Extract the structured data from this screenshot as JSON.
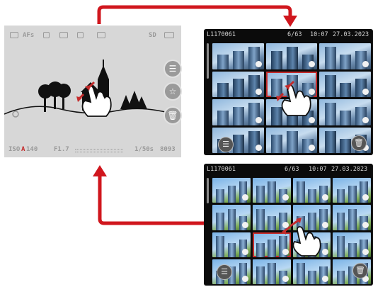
{
  "live_view": {
    "top_status": {
      "af_mode": "AFs",
      "right_label": "SD"
    },
    "bottom_status": {
      "iso_prefix": "ISO",
      "iso_a": "A",
      "iso_value": "140",
      "aperture": "F1.7",
      "shutter": "1/50s",
      "remaining": "8093"
    },
    "side_buttons": [
      "filter-icon",
      "star-icon",
      "trash-icon"
    ],
    "gesture": "pinch-in"
  },
  "gallery_small": {
    "filename": "L1170061",
    "counter": "6/63",
    "time": "10:07",
    "date": "27.03.2023",
    "grid": {
      "cols": 3,
      "rows": 4
    },
    "selected_index": 4
  },
  "gallery_large": {
    "filename": "L1170061",
    "counter": "6/63",
    "time": "10:07",
    "date": "27.03.2023",
    "grid": {
      "cols": 4,
      "rows": 4
    },
    "selected_index": 9
  },
  "colors": {
    "arrow": "#d0161d",
    "selection": "#c42b2b",
    "screen_bg": "#0b0b0b",
    "live_bg": "#d7d7d7"
  }
}
